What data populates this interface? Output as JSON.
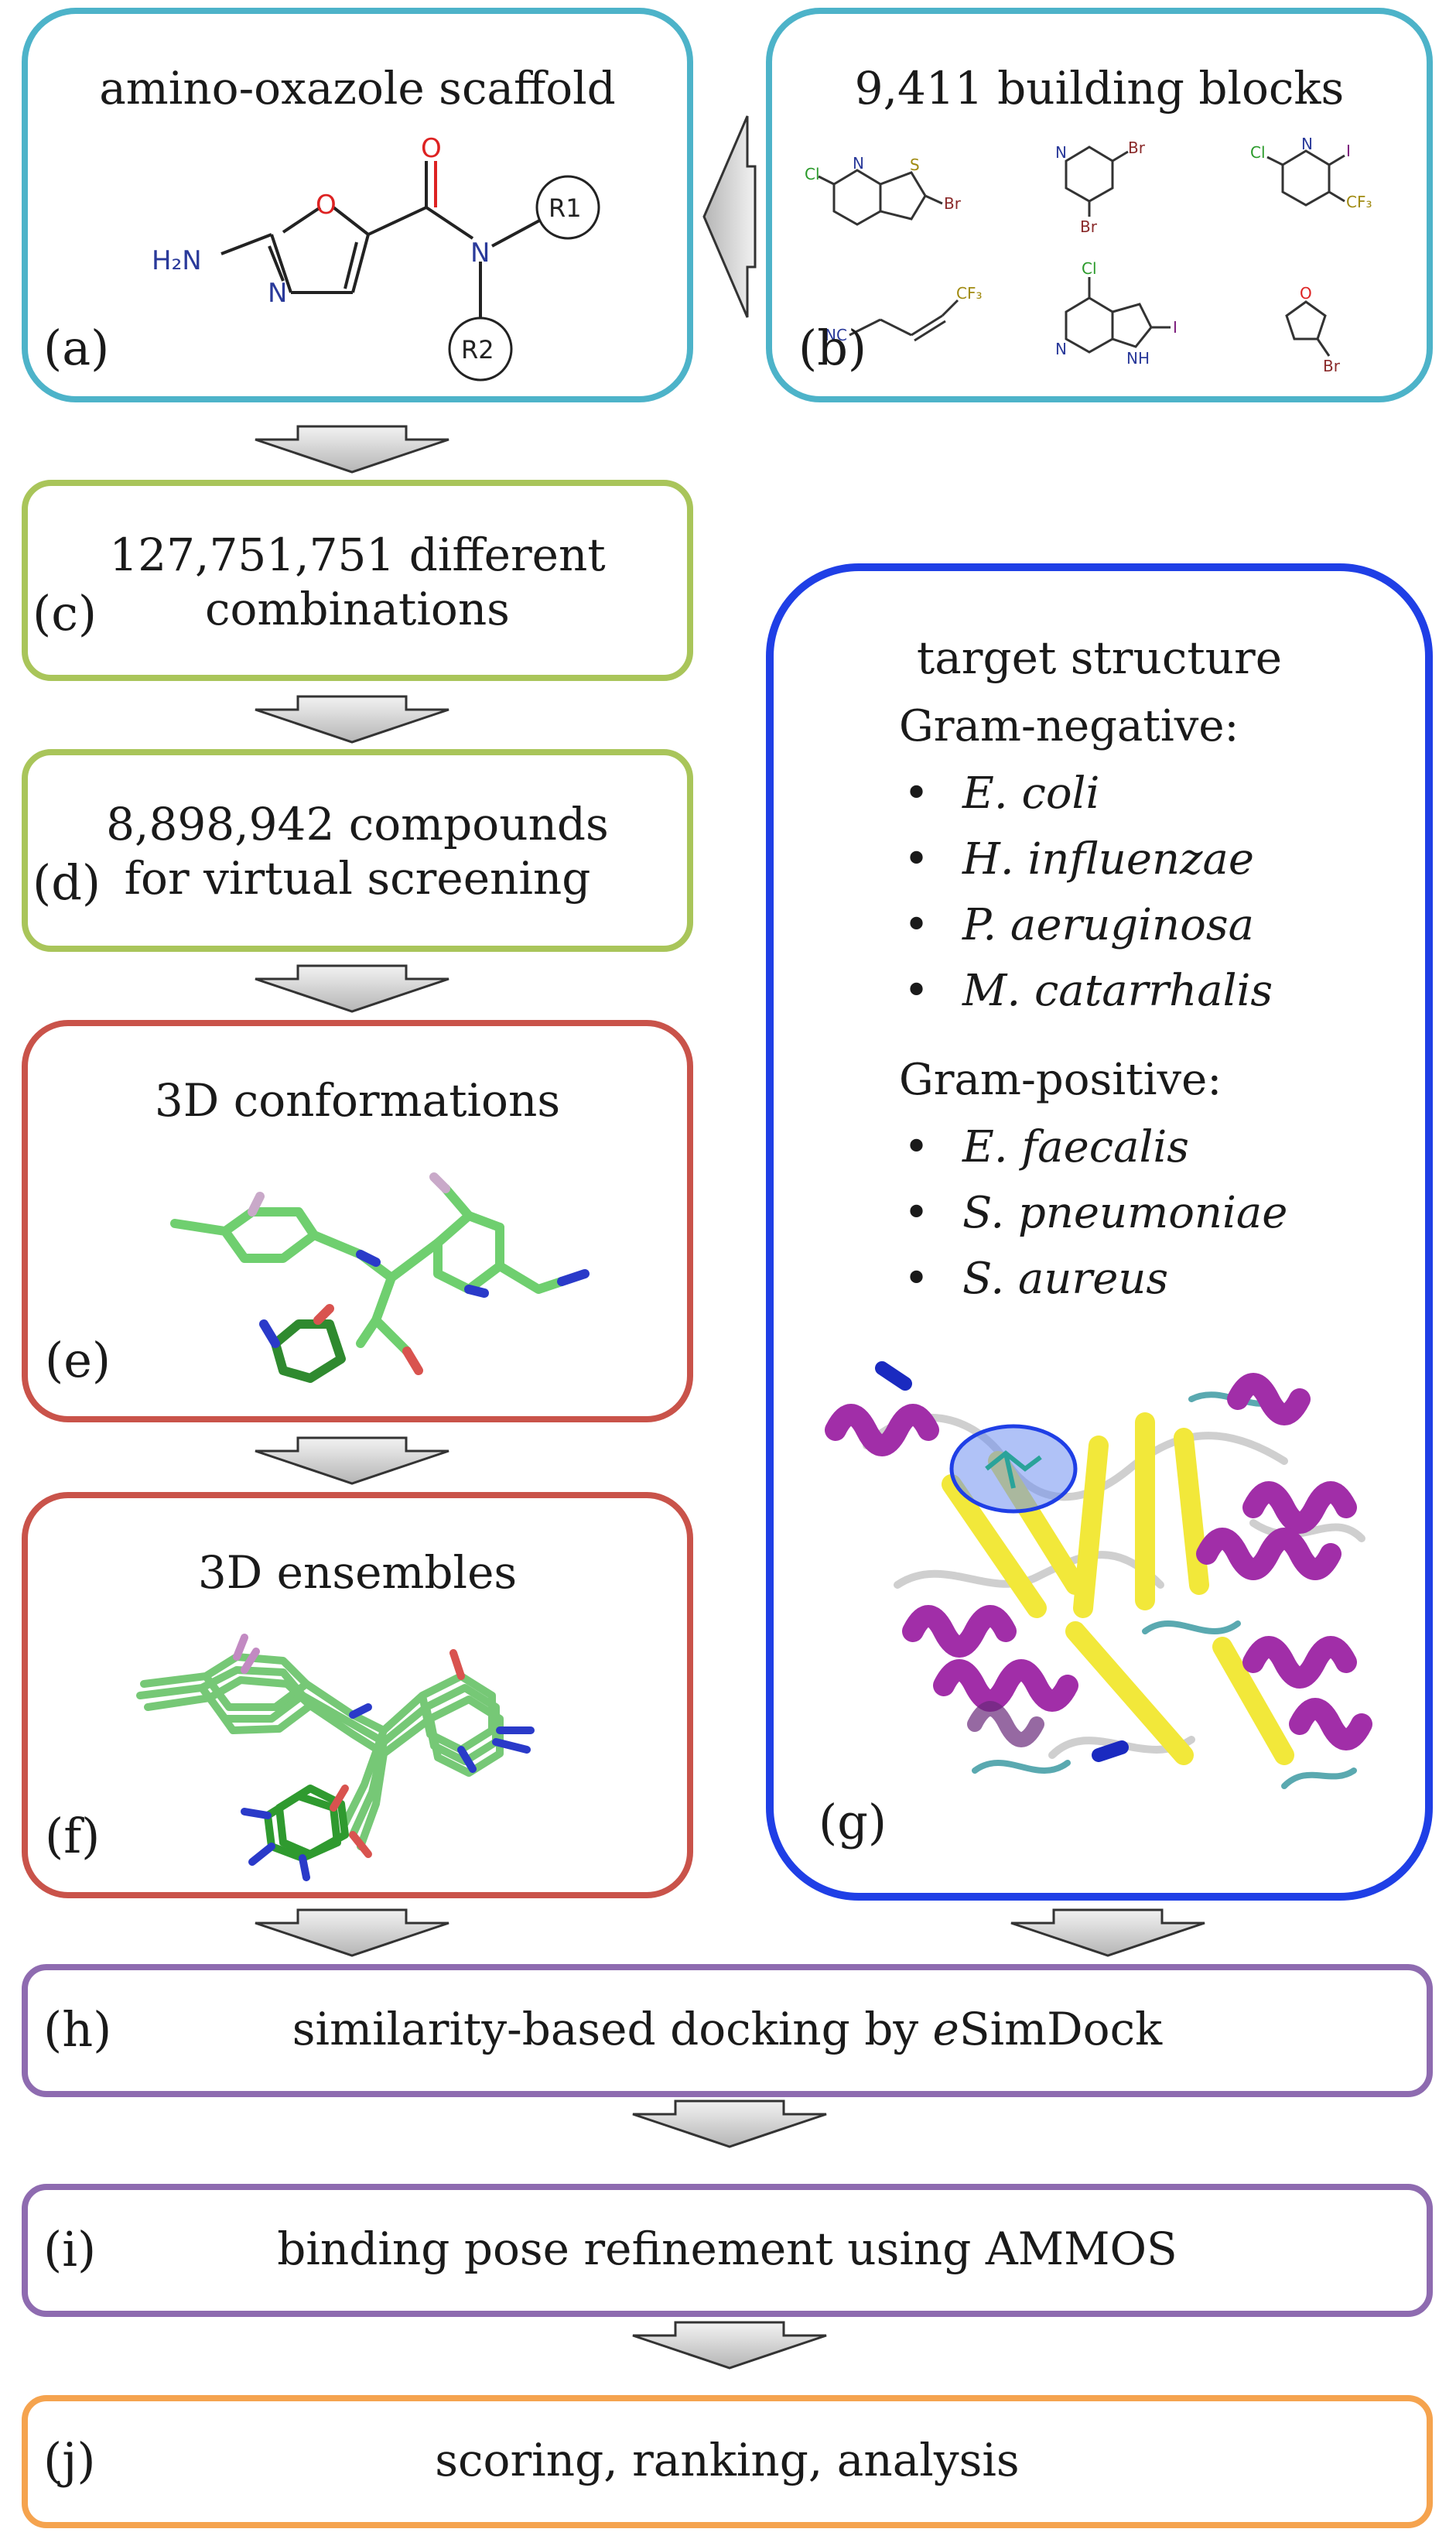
{
  "panels": {
    "a": {
      "label": "(a)",
      "title": "amino-oxazole scaffold",
      "atoms": {
        "nh2": "H₂N",
        "o_ring": "O",
        "o_carbonyl": "O",
        "n_ring": "N",
        "n_amide": "N",
        "r1": "R1",
        "r2": "R2"
      }
    },
    "b": {
      "label": "(b)",
      "title": "9,411 building blocks",
      "atoms": {
        "cl": "Cl",
        "n": "N",
        "s": "S",
        "br": "Br",
        "i": "I",
        "cf3": "CF₃",
        "nc": "NC",
        "nh": "NH",
        "o": "O"
      }
    },
    "c": {
      "label": "(c)",
      "line1": "127,751,751 different",
      "line2": "combinations"
    },
    "d": {
      "label": "(d)",
      "line1": "8,898,942 compounds",
      "line2": "for virtual screening"
    },
    "e": {
      "label": "(e)",
      "title": "3D conformations"
    },
    "f": {
      "label": "(f)",
      "title": "3D ensembles"
    },
    "g": {
      "label": "(g)",
      "title": "target structure",
      "gram_negative": {
        "heading": "Gram-negative:",
        "species": [
          "E. coli",
          "H. influenzae",
          "P. aeruginosa",
          "M. catarrhalis"
        ]
      },
      "gram_positive": {
        "heading": "Gram-positive:",
        "species": [
          "E. faecalis",
          "S. pneumoniae",
          "S. aureus"
        ]
      }
    },
    "h": {
      "label": "(h)",
      "text_before": "similarity-based docking by ",
      "text_italic": "e",
      "text_after": "SimDock"
    },
    "i": {
      "label": "(i)",
      "text": "binding pose refinement using AMMOS"
    },
    "j": {
      "label": "(j)",
      "text": "scoring, ranking, analysis"
    }
  },
  "colors": {
    "cyan": "#4db3c9",
    "green": "#a9c55a",
    "red": "#c9534a",
    "blue": "#1f3fe6",
    "purple": "#8e6bb0",
    "orange": "#f5a34e"
  },
  "bullet": "•"
}
